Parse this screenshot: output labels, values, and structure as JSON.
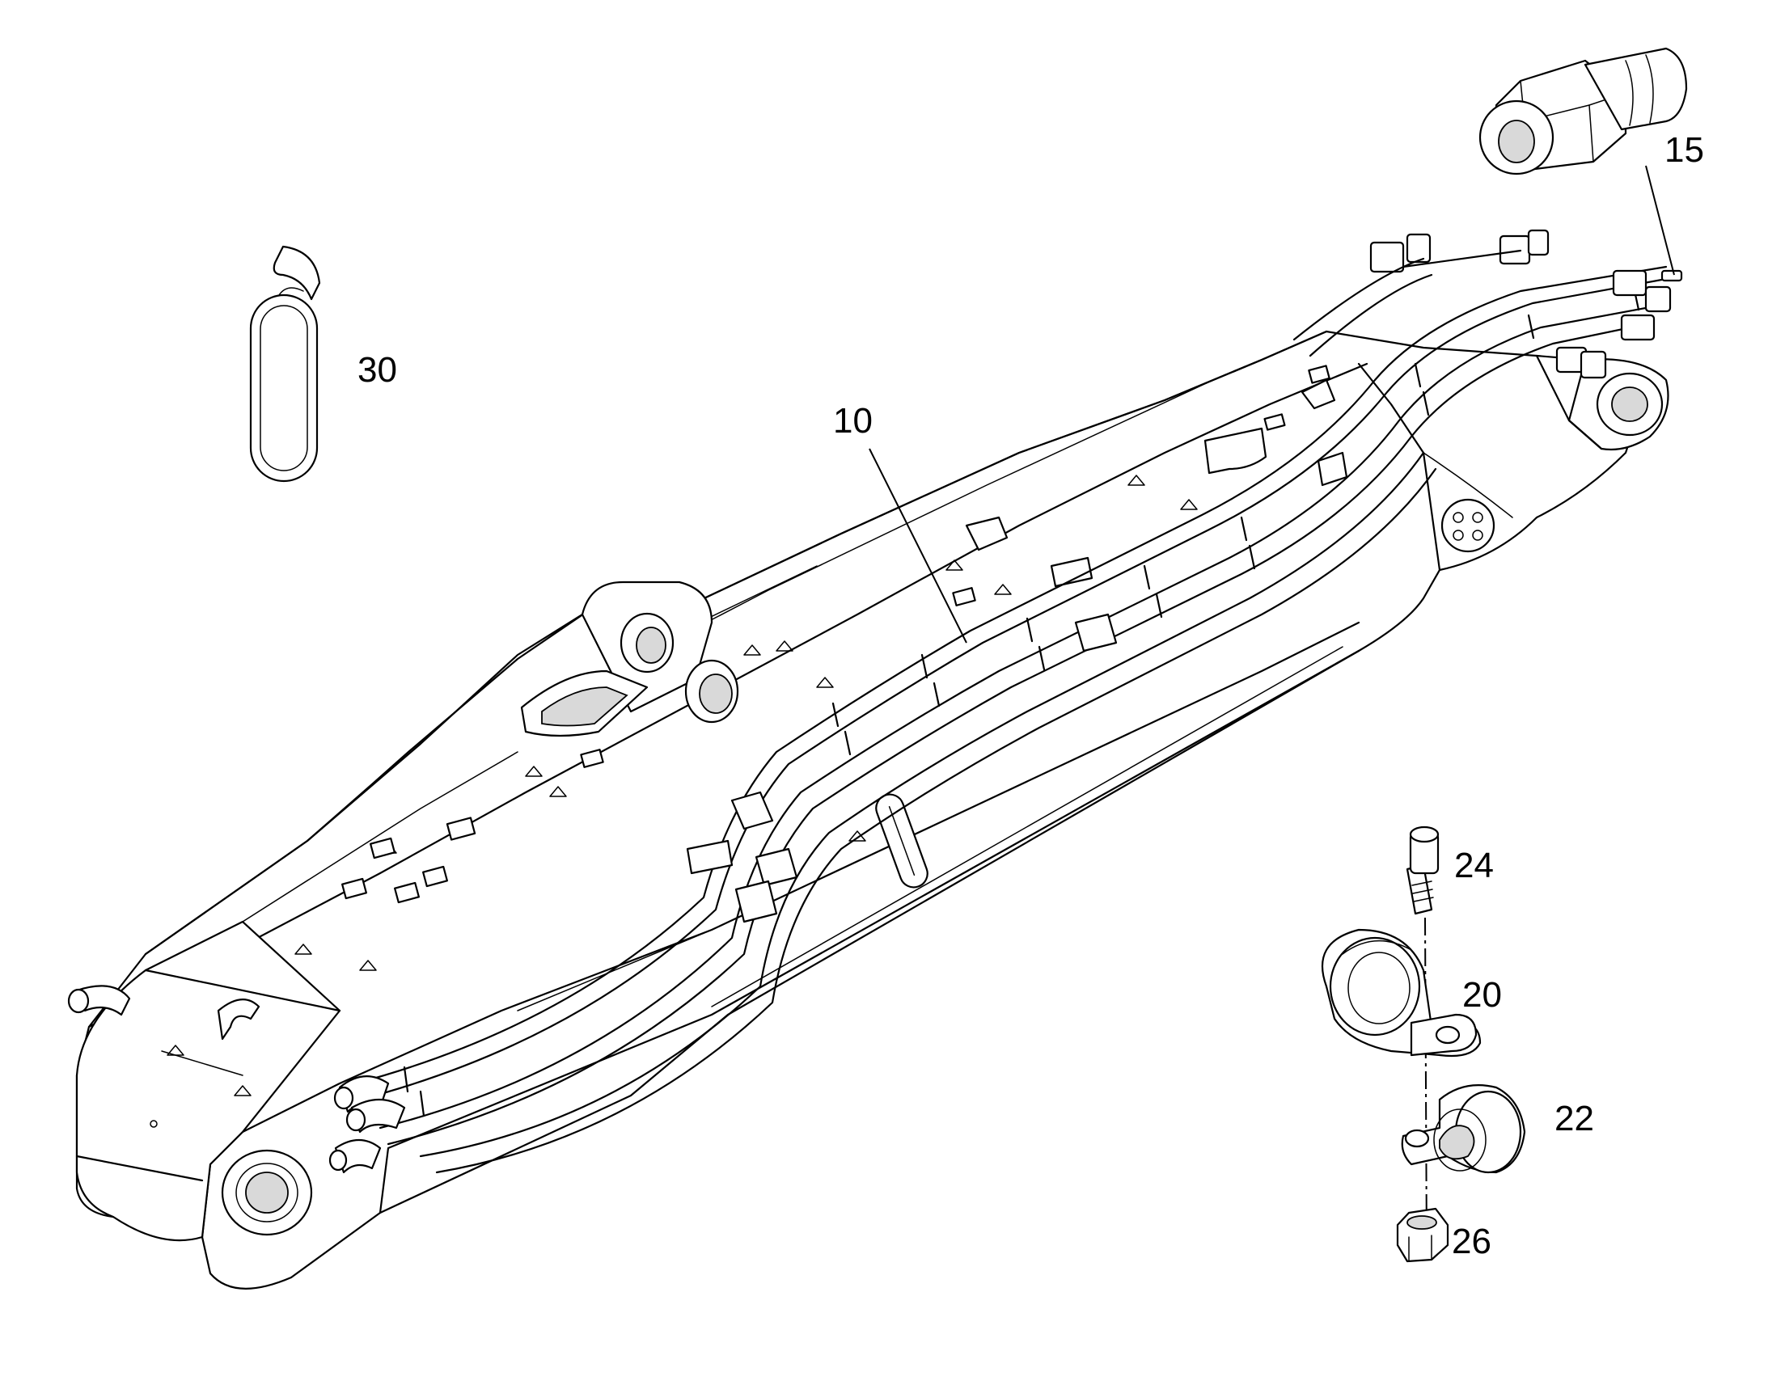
{
  "callouts": [
    {
      "id": "10",
      "label": "10"
    },
    {
      "id": "15",
      "label": "15"
    },
    {
      "id": "20",
      "label": "20"
    },
    {
      "id": "22",
      "label": "22"
    },
    {
      "id": "24",
      "label": "24"
    },
    {
      "id": "26",
      "label": "26"
    },
    {
      "id": "30",
      "label": "30"
    }
  ]
}
